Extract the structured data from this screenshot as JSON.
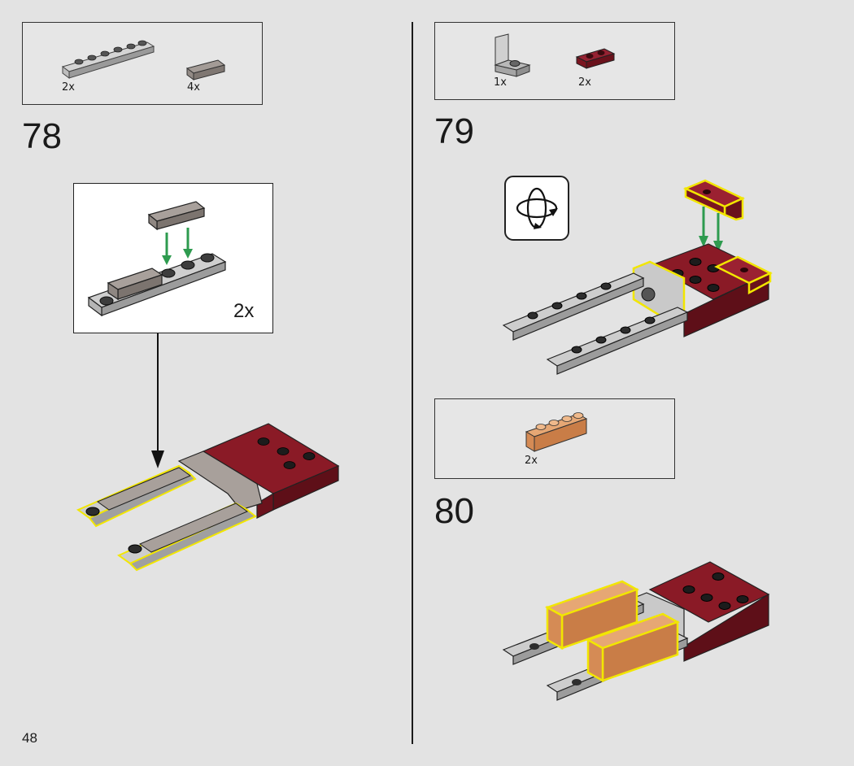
{
  "page": {
    "number": "48"
  },
  "steps": [
    {
      "number": "78",
      "parts": [
        {
          "name": "light-grey-plate-1x6",
          "qty": "2x",
          "color": "#b9bab9"
        },
        {
          "name": "brown-grey-tile-1x2",
          "qty": "4x",
          "color": "#8e8682"
        }
      ],
      "callout_qty": "2x"
    },
    {
      "number": "79",
      "parts": [
        {
          "name": "light-grey-bracket",
          "qty": "1x",
          "color": "#c0c0c0"
        },
        {
          "name": "dark-red-plate-1x2",
          "qty": "2x",
          "color": "#7b1520"
        }
      ],
      "rotate_icon": "rotate-model-icon"
    },
    {
      "number": "80",
      "parts": [
        {
          "name": "orange-brick-round-1x4",
          "qty": "2x",
          "color": "#d58b55"
        }
      ]
    }
  ],
  "colors": {
    "highlight": "#f2e600",
    "arrow_green": "#2e9b4f",
    "dark_red": "#7b1520",
    "light_grey": "#b9bab9",
    "tan": "#d58b55"
  }
}
